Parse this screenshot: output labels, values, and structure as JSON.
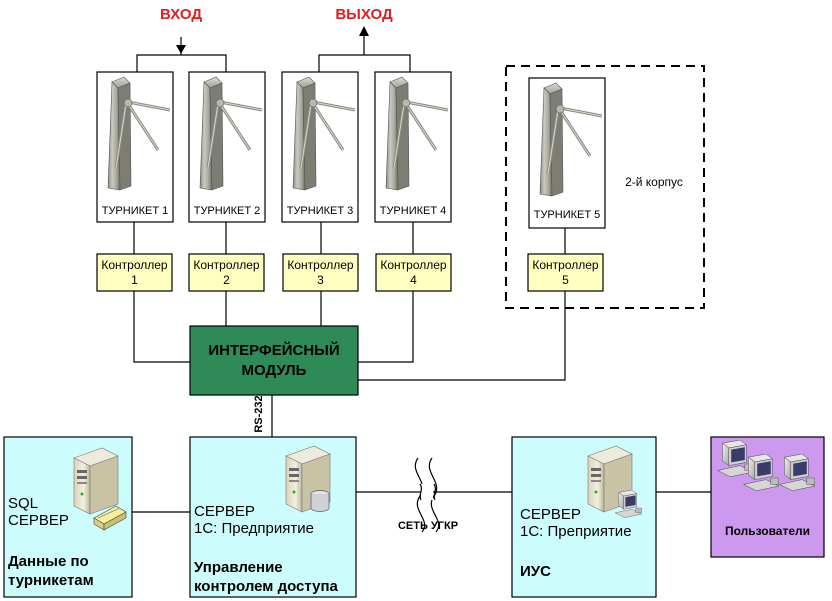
{
  "header": {
    "entry_label": "ВХОД",
    "exit_label": "ВЫХОД"
  },
  "turnstiles": [
    {
      "label": "ТУРНИКЕТ 1"
    },
    {
      "label": "ТУРНИКЕТ 2"
    },
    {
      "label": "ТУРНИКЕТ 3"
    },
    {
      "label": "ТУРНИКЕТ 4"
    },
    {
      "label": "ТУРНИКЕТ 5"
    }
  ],
  "controllers": [
    {
      "line1": "Контроллер",
      "line2": "1"
    },
    {
      "line1": "Контроллер",
      "line2": "2"
    },
    {
      "line1": "Контроллер",
      "line2": "3"
    },
    {
      "line1": "Контроллер",
      "line2": "4"
    },
    {
      "line1": "Контроллер",
      "line2": "5"
    }
  ],
  "building2_label": "2-й корпус",
  "interface_module": {
    "line1": "ИНТЕРФЕЙСНЫЙ",
    "line2": "МОДУЛЬ"
  },
  "rs232_label": "RS-232",
  "network_label": "СЕТЬ УГКР",
  "sql_server": {
    "line1": "SQL",
    "line2": "СЕРВЕР",
    "bold1": "Данные по",
    "bold2": "турникетам"
  },
  "access_server": {
    "line1": "СЕРВЕР",
    "line2": "1С: Предприятие",
    "bold1": "Управление",
    "bold2": "контролем доступа"
  },
  "ius_server": {
    "line1": "СЕРВЕР",
    "line2": "1С: Преприятие",
    "bold1": "ИУС"
  },
  "users_label": "Пользователи",
  "colors": {
    "accent_red": "#e0201e",
    "controller_fill": "#ffffc0",
    "interface_fill": "#2e8b57",
    "server_fill": "#ccfcfc",
    "users_fill": "#cc99ee"
  }
}
